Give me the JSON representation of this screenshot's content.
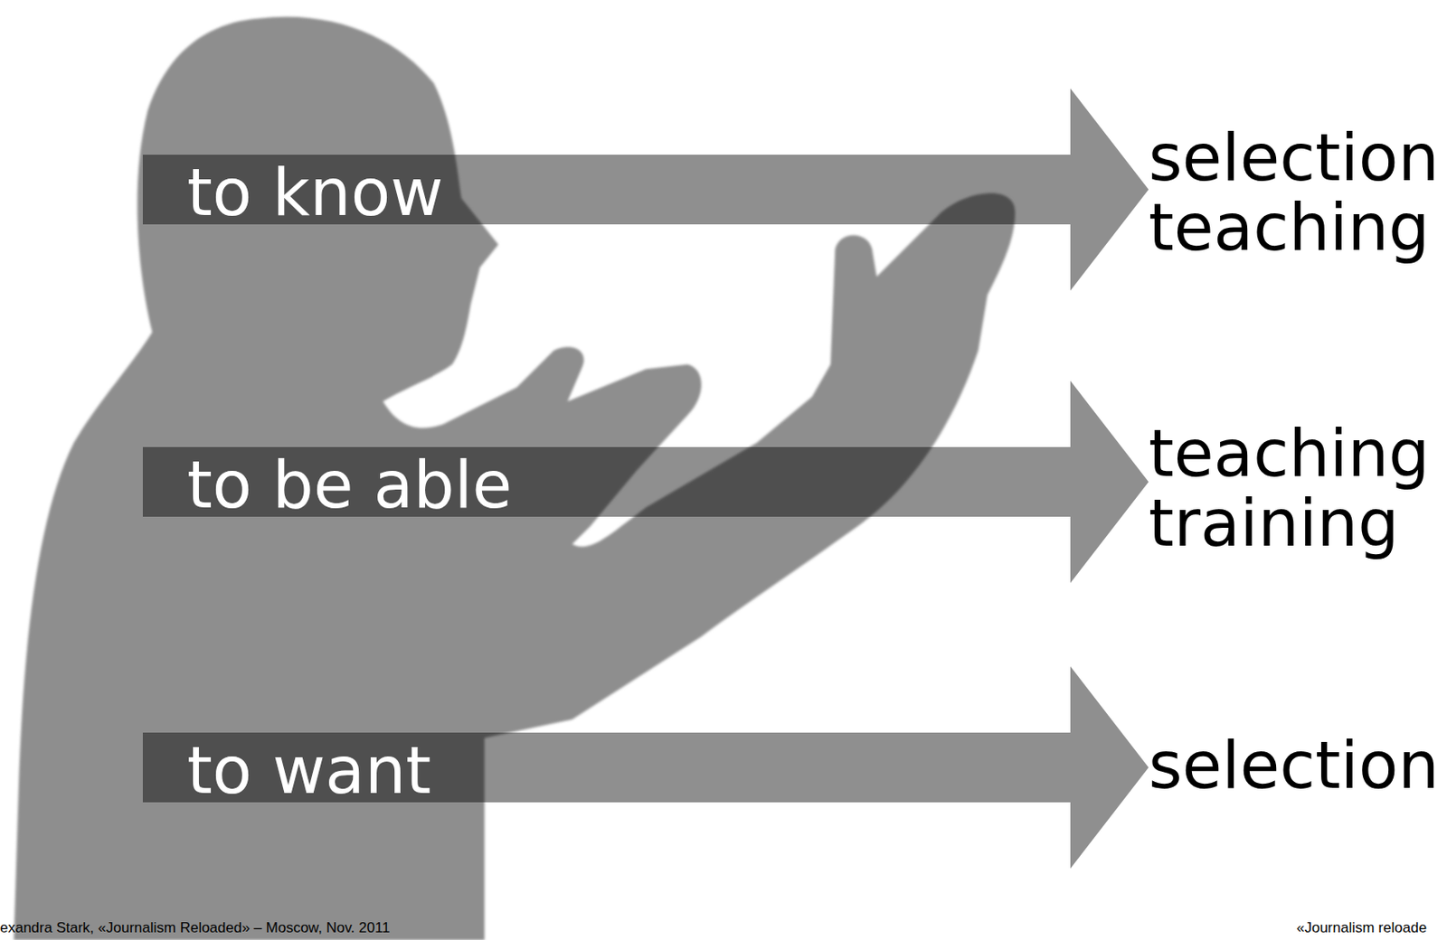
{
  "diagram": {
    "nodes": [
      {
        "text": [
          "to know"
        ]
      },
      {
        "text": [
          "selection teaching"
        ]
      },
      {
        "text": [
          "to be able"
        ]
      },
      {
        "text": [
          "teaching training"
        ]
      },
      {
        "text": [
          "to want"
        ]
      },
      {
        "text": [
          "selection"
        ]
      }
    ],
    "edges": [
      {
        "from": 0,
        "to": 1,
        "arrow": "to"
      },
      {
        "from": 2,
        "to": 3,
        "arrow": "to"
      },
      {
        "from": 4,
        "to": 5,
        "arrow": "to"
      }
    ],
    "labels": [
      "exandra Stark, «Journalism Reloaded» – Moscow, Nov. 2011",
      "«Journalism reloade"
    ]
  }
}
